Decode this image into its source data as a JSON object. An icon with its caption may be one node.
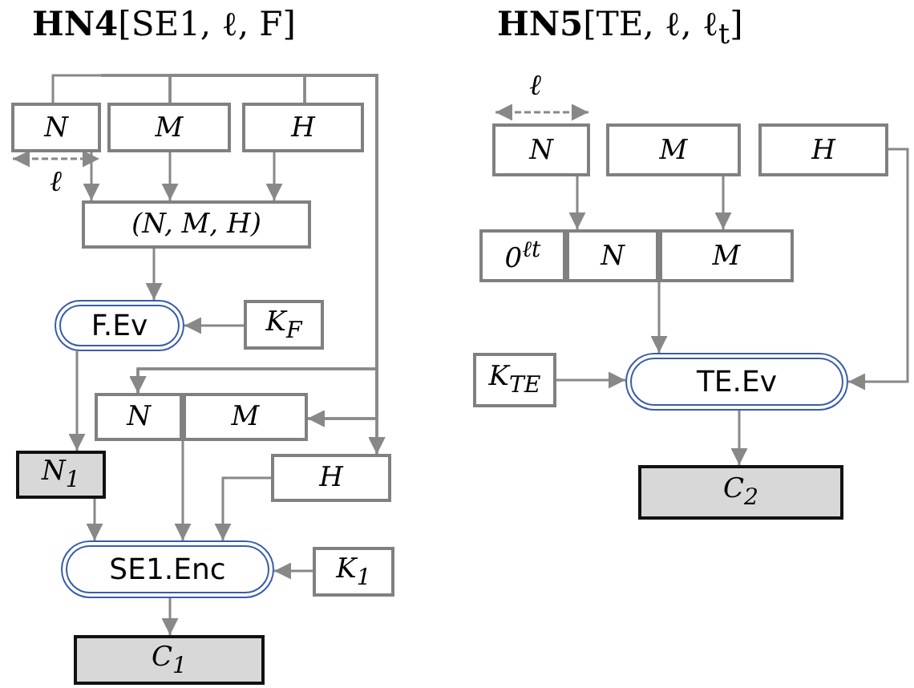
{
  "diagram": {
    "nodes": [
      {
        "text": [
          "N"
        ]
      },
      {
        "text": [
          "M"
        ]
      },
      {
        "text": [
          "H"
        ]
      },
      {
        "text": [
          "(N, M, H)"
        ]
      },
      {
        "text": [
          "F.Ev"
        ]
      },
      {
        "text": [
          "K$_{F}$"
        ]
      },
      {
        "text": [
          "N"
        ]
      },
      {
        "text": [
          "M"
        ]
      },
      {
        "text": [
          "N$_{1}$"
        ]
      },
      {
        "text": [
          "H"
        ]
      },
      {
        "text": [
          "SE1.Enc"
        ]
      },
      {
        "text": [
          "K$_{1}$"
        ]
      },
      {
        "text": [
          "C$_{1}$"
        ]
      },
      {
        "text": [
          "N"
        ]
      },
      {
        "text": [
          "M"
        ]
      },
      {
        "text": [
          "H"
        ]
      },
      {
        "text": [
          "0$^{ℓt}$"
        ]
      },
      {
        "text": [
          "N"
        ]
      },
      {
        "text": [
          "M"
        ]
      },
      {
        "text": [
          "K$_{TE}$"
        ]
      },
      {
        "text": [
          "TE.Ev"
        ]
      },
      {
        "text": [
          "C$_{2}$"
        ]
      }
    ],
    "edges": [
      {
        "from": 0,
        "to": 6,
        "arrow": "to"
      },
      {
        "from": 0,
        "to": 7,
        "arrow": "to"
      },
      {
        "from": 0,
        "to": 9,
        "arrow": "to"
      },
      {
        "from": 1,
        "to": 6,
        "arrow": "to"
      },
      {
        "from": 1,
        "to": 7,
        "arrow": "to"
      },
      {
        "from": 1,
        "to": 9,
        "arrow": "to"
      },
      {
        "from": 2,
        "to": 6,
        "arrow": "to"
      },
      {
        "from": 2,
        "to": 7,
        "arrow": "to"
      },
      {
        "from": 2,
        "to": 9,
        "arrow": "to"
      },
      {
        "from": 0,
        "to": 3,
        "arrow": "to"
      },
      {
        "from": 1,
        "to": 3,
        "arrow": "to"
      },
      {
        "from": 2,
        "to": 3,
        "arrow": "to"
      },
      {
        "from": 3,
        "to": 4,
        "arrow": "to"
      },
      {
        "from": 5,
        "to": 4,
        "arrow": "to"
      },
      {
        "from": 4,
        "to": 8,
        "arrow": "to"
      },
      {
        "from": 8,
        "to": 10,
        "arrow": "to"
      },
      {
        "from": 6,
        "to": 10,
        "arrow": "to"
      },
      {
        "from": 9,
        "to": 10,
        "arrow": "to"
      },
      {
        "from": 11,
        "to": 10,
        "arrow": "to"
      },
      {
        "from": 10,
        "to": 12,
        "arrow": "to"
      },
      {
        "from": 13,
        "to": 17,
        "arrow": "to"
      },
      {
        "from": 14,
        "to": 18,
        "arrow": "to"
      },
      {
        "from": 17,
        "to": 20,
        "arrow": "to"
      },
      {
        "from": 19,
        "to": 20,
        "arrow": "to"
      },
      {
        "from": 15,
        "to": 20,
        "arrow": "to"
      },
      {
        "from": 20,
        "to": 21,
        "arrow": "to"
      }
    ],
    "labels": [
      "**HN4**[SE1, ℓ, F]",
      "**HN5**[TE, ℓ, ℓ$_{t}$]",
      "ℓ",
      "ℓ"
    ]
  }
}
